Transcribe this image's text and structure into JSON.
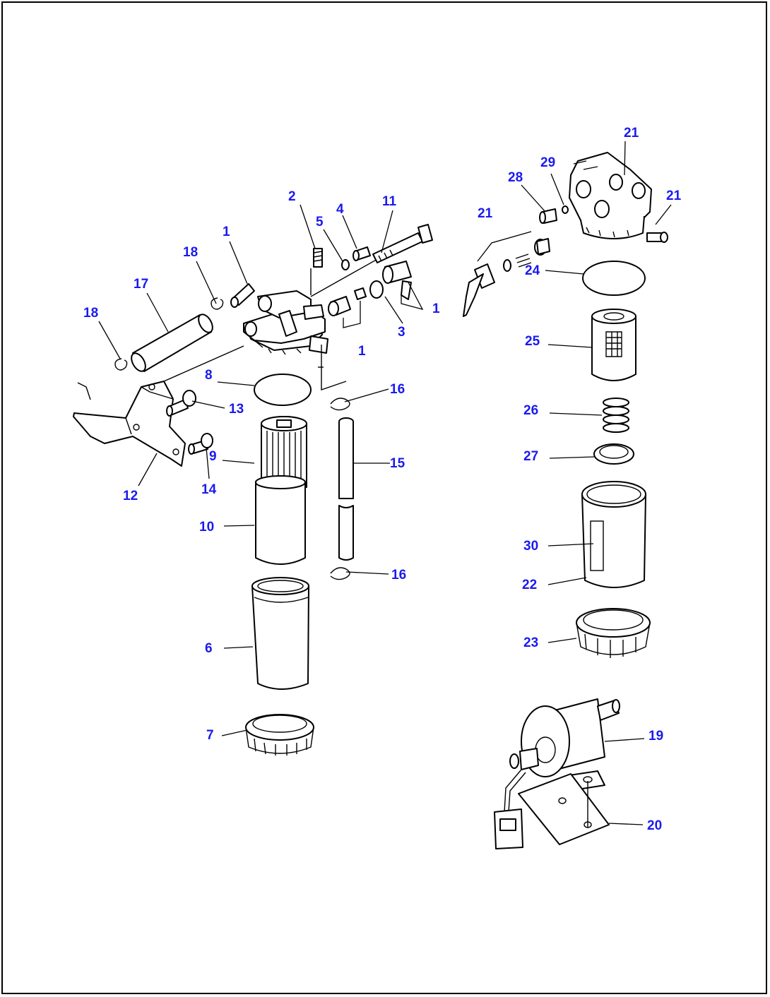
{
  "diagram": {
    "line_color": "#000000",
    "callout_color": "#1a1aee",
    "background": "#ffffff"
  },
  "callouts": {
    "c1a": "1",
    "c1b": "1",
    "c1c": "1",
    "c2": "2",
    "c3": "3",
    "c4": "4",
    "c5": "5",
    "c6": "6",
    "c7": "7",
    "c8": "8",
    "c9": "9",
    "c10": "10",
    "c11": "11",
    "c12": "12",
    "c13": "13",
    "c14": "14",
    "c15": "15",
    "c16a": "16",
    "c16b": "16",
    "c17": "17",
    "c18a": "18",
    "c18b": "18",
    "c19": "19",
    "c20": "20",
    "c21a": "21",
    "c21b": "21",
    "c21c": "21",
    "c22": "22",
    "c23": "23",
    "c24": "24",
    "c25": "25",
    "c26": "26",
    "c27": "27",
    "c28": "28",
    "c29": "29",
    "c30": "30"
  }
}
